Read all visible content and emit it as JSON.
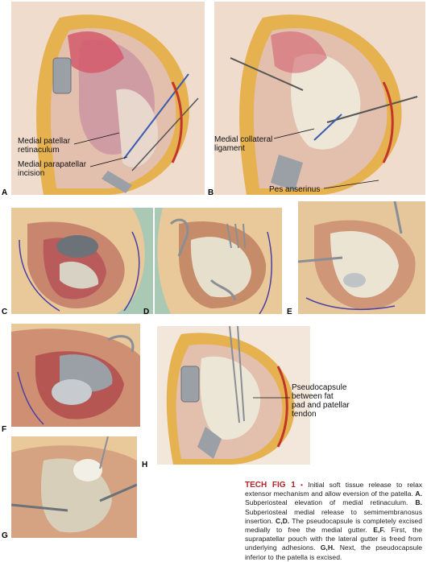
{
  "panels": [
    {
      "letter": "A"
    },
    {
      "letter": "B"
    },
    {
      "letter": "C"
    },
    {
      "letter": "D"
    },
    {
      "letter": "E"
    },
    {
      "letter": "F"
    },
    {
      "letter": "G"
    },
    {
      "letter": "H"
    }
  ],
  "annotations": {
    "a_retinaculum": "Medial patellar\nretinaculum",
    "a_incision": "Medial parapatellar\nincision",
    "b_collateral": "Medial collateral\nligament",
    "b_pes": "Pes anserinus",
    "h_pseudocapsule": "Pseudocapsule\nbetween fat\npad and patellar\ntendon"
  },
  "caption": {
    "title": "TECH FIG 1",
    "bullet": "•",
    "intro": "Initial soft tissue release to relax extensor mechanism and allow eversion of the patella.",
    "a_label": "A.",
    "a_text": "Subperiosteal elevation of medial retinaculum.",
    "b_label": "B.",
    "b_text": "Subperiosteal medial release to semimembranosus insertion.",
    "cd_label": "C,D.",
    "cd_text": "The pseudocapsule is completely excised medially to free the medial gutter.",
    "ef_label": "E,F.",
    "ef_text": "First, the suprapatellar pouch with the lateral gutter is freed from underlying adhesions.",
    "gh_label": "G,H.",
    "gh_text": "Next, the pseudocapsule inferior to the patella is excised."
  },
  "colors": {
    "skin": "#e7c9b3",
    "fat": "#e6b14f",
    "tissue_pink": "#d8a6a8",
    "bone": "#ece6d6",
    "retractor": "#9aa0a6",
    "drape_green": "#a9c9b4",
    "caption_red": "#b4232a"
  }
}
